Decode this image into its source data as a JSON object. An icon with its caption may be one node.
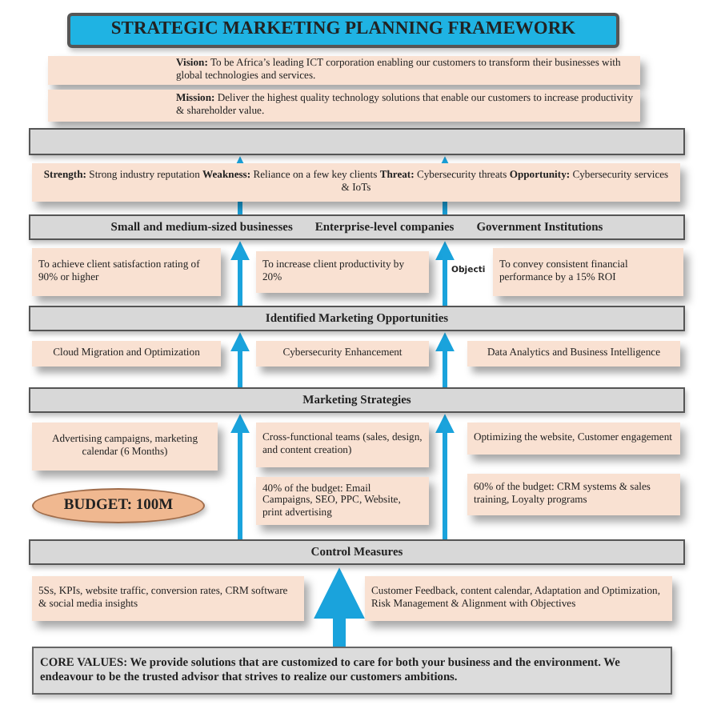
{
  "diagram": {
    "nodes": [
      {
        "text": [
          "STRATEGIC MARKETING PLANNING FRAMEWORK"
        ]
      },
      {
        "text": [
          "**Vision:** To be Africa’s leading ICT corporation enabling our customers to transform their businesses with global technologies and services."
        ]
      },
      {
        "text": [
          "**Mission:** Deliver the highest quality technology solutions that enable our customers to increase productivity & shareholder value."
        ]
      },
      {
        "text": [],
        "shape": "bar"
      },
      {
        "text": [
          "**Strength:** Strong industry reputation **Weakness:** Reliance on a few key clients **Threat:** Cybersecurity threats **Opportunity:** Cybersecurity services & IoTs"
        ]
      },
      {
        "text": [
          "Small and medium-sized businesses",
          "Enterprise-level companies",
          "Government Institutions"
        ]
      },
      {
        "text": [
          "To achieve client satisfaction rating of 90% or higher"
        ]
      },
      {
        "text": [
          "To increase client productivity by 20%"
        ]
      },
      {
        "text": [
          "To convey consistent financial performance by a 15% ROI"
        ]
      },
      {
        "text": [
          "Identified Marketing Opportunities"
        ]
      },
      {
        "text": [
          "Cloud Migration and Optimization"
        ]
      },
      {
        "text": [
          "Cybersecurity Enhancement"
        ]
      },
      {
        "text": [
          "Data Analytics and Business Intelligence"
        ]
      },
      {
        "text": [
          "Marketing Strategies"
        ]
      },
      {
        "text": [
          "Advertising campaigns, marketing calendar (6 Months)"
        ]
      },
      {
        "text": [
          "BUDGET: 100M"
        ]
      },
      {
        "text": [
          "Cross-functional teams (sales, design, and content creation)"
        ]
      },
      {
        "text": [
          "40% of the budget: Email Campaigns, SEO, PPC, Website, print advertising"
        ]
      },
      {
        "text": [
          "Optimizing the website, Customer engagement"
        ]
      },
      {
        "text": [
          "60% of the budget: CRM systems & sales training, Loyalty programs"
        ]
      },
      {
        "text": [
          "Control Measures"
        ]
      },
      {
        "text": [
          "5Ss, KPIs, website traffic, conversion rates, CRM software & social media insights"
        ]
      },
      {
        "text": [
          "Customer Feedback, content calendar, Adaptation and Optimization, Risk Management & Alignment with Objectives"
        ]
      },
      {
        "text": [
          "CORE VALUES: We provide solutions that are customized to care for both your business and the environment. We endeavour to be the trusted advisor that strives to realize our customers ambitions."
        ]
      }
    ],
    "edges": [
      {
        "from": 4,
        "to": 3,
        "arrow": "to"
      },
      {
        "from": 4,
        "to": 3,
        "arrow": "to"
      },
      {
        "from": 5,
        "to": 4,
        "arrow": "none"
      },
      {
        "from": 5,
        "to": 4,
        "arrow": "none"
      },
      {
        "from": 9,
        "to": 5,
        "arrow": "to"
      },
      {
        "from": 9,
        "to": 5,
        "arrow": "to"
      },
      {
        "from": 13,
        "to": 9,
        "arrow": "to"
      },
      {
        "from": 13,
        "to": 9,
        "arrow": "to"
      },
      {
        "from": 20,
        "to": 13,
        "arrow": "to"
      },
      {
        "from": 20,
        "to": 13,
        "arrow": "to"
      },
      {
        "from": 23,
        "to": 20,
        "arrow": "to",
        "style": "thick"
      }
    ],
    "labels": [
      "Objecti"
    ]
  }
}
